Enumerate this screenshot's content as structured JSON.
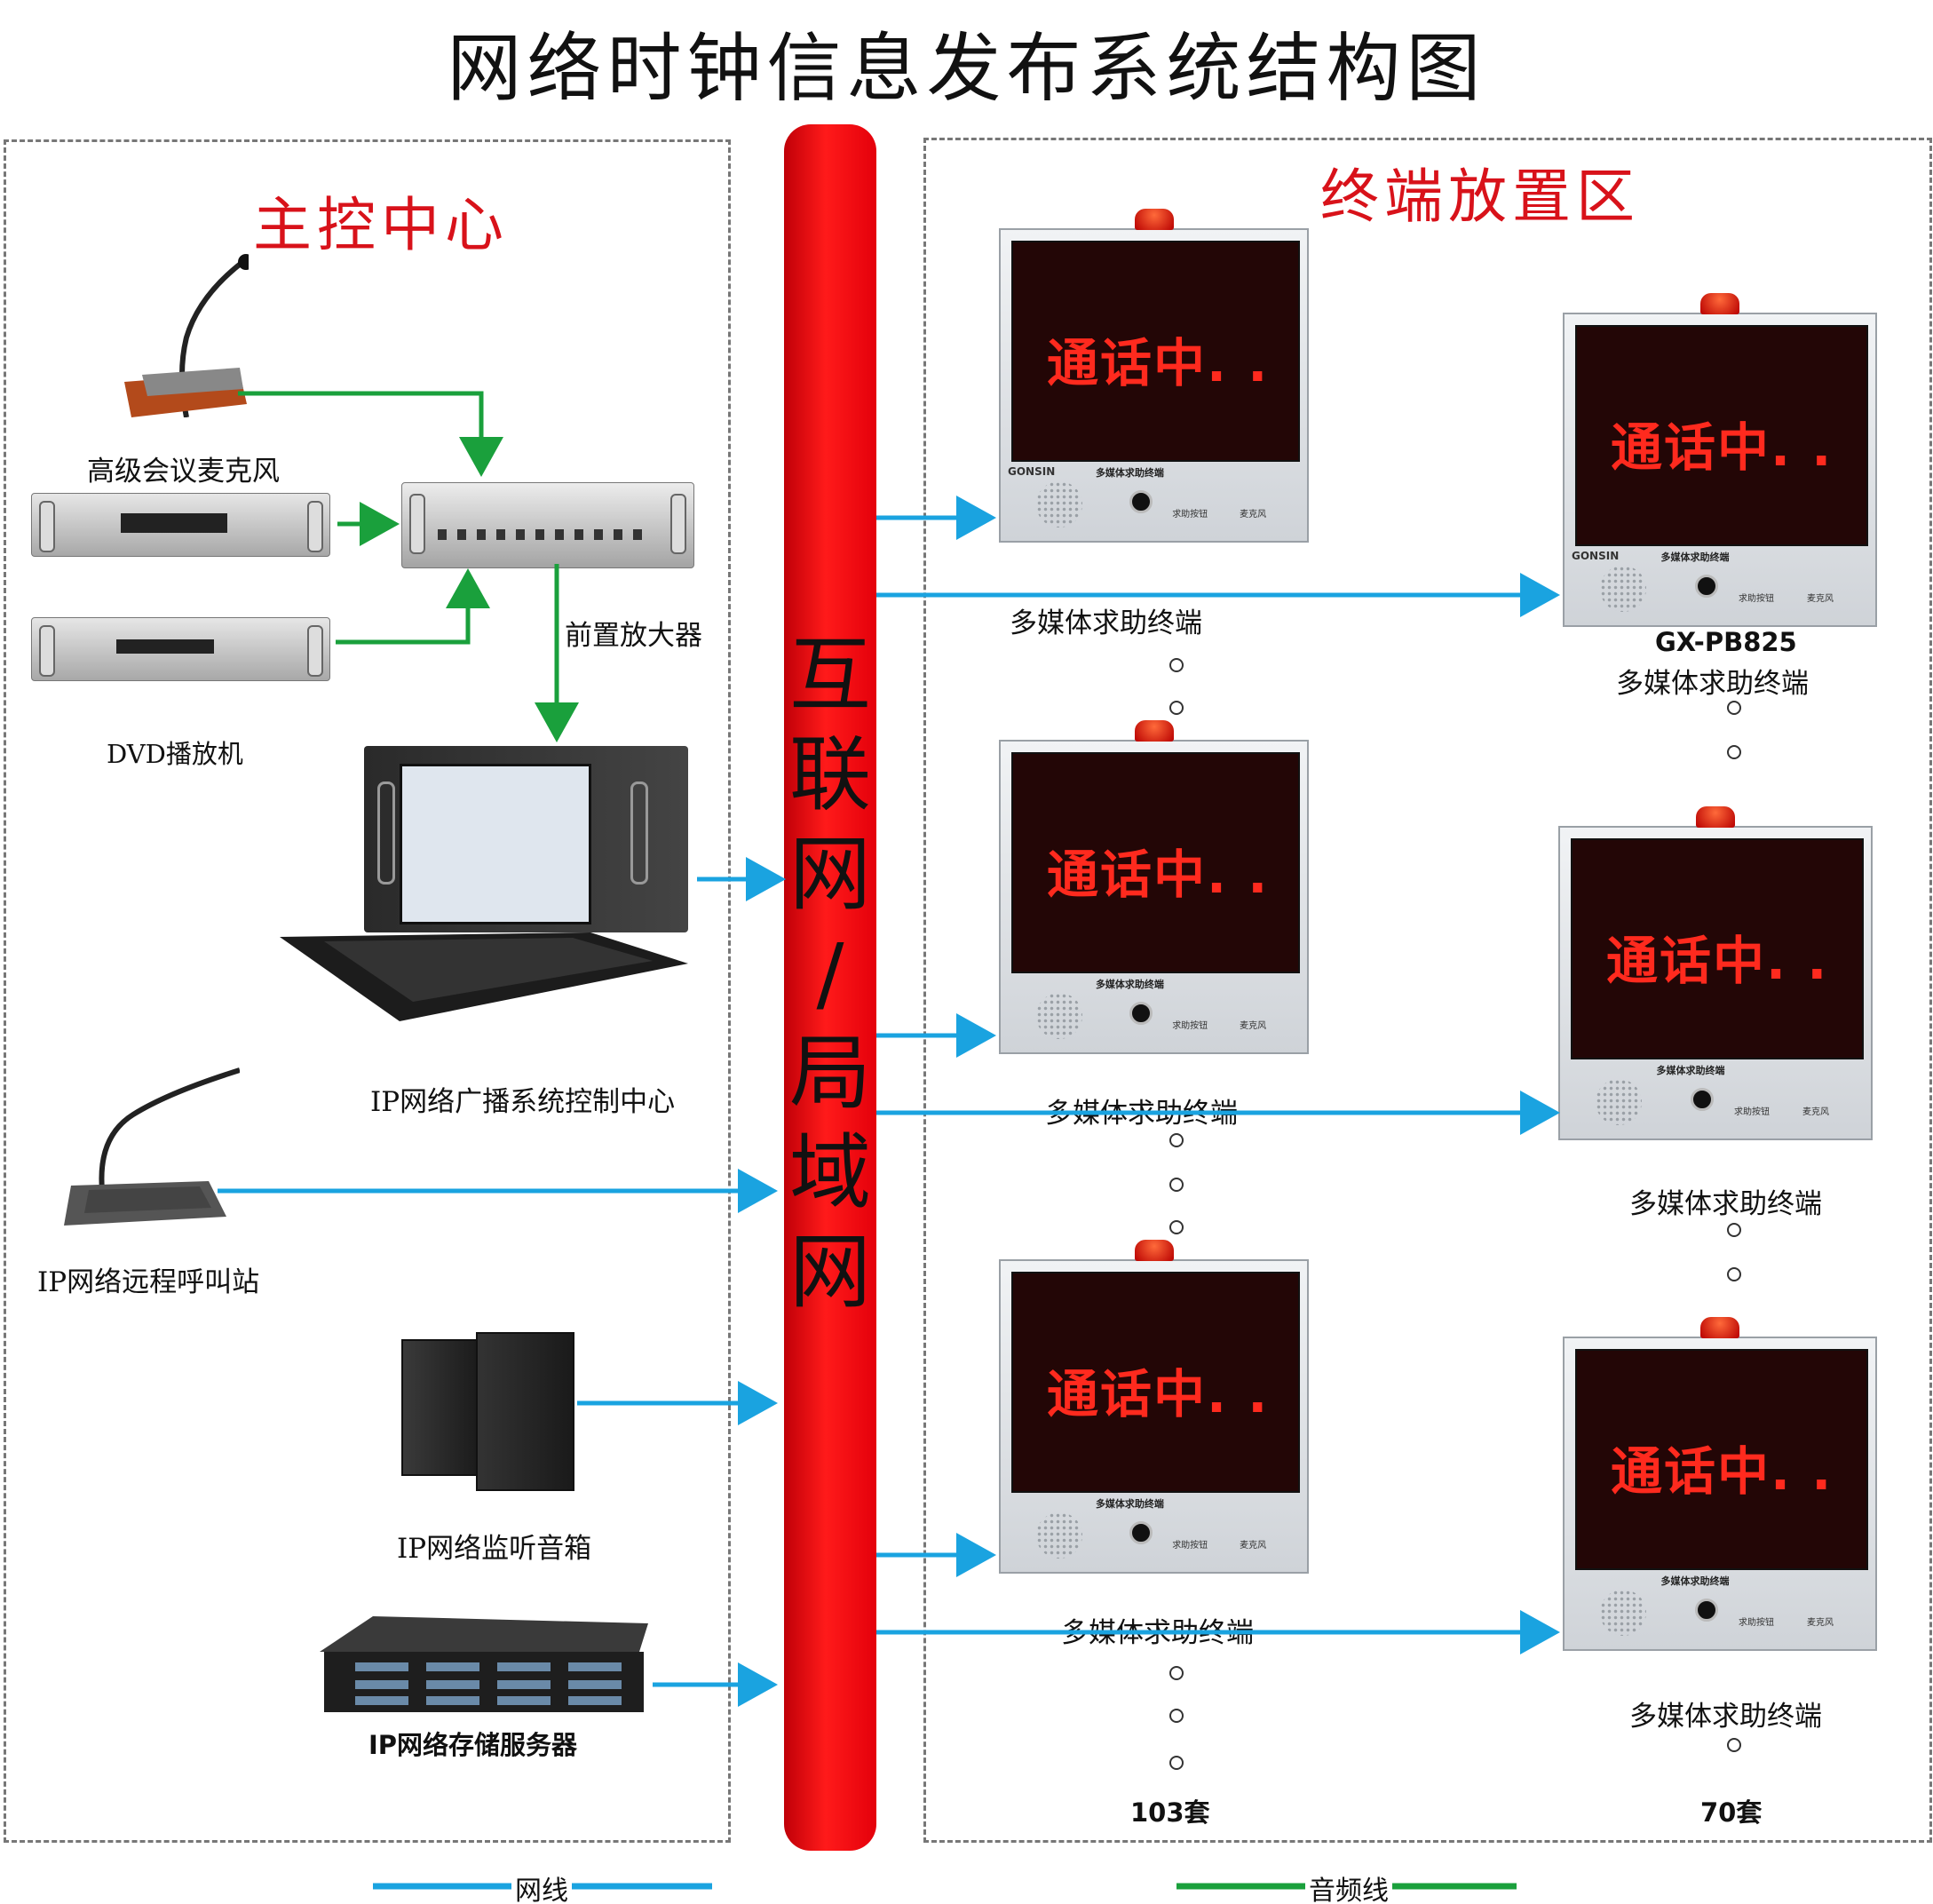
{
  "title": "网络时钟信息发布系统结构图",
  "left_zone": {
    "title": "主控中心"
  },
  "right_zone": {
    "title": "终端放置区"
  },
  "bus": {
    "label": "互联网/局域网",
    "chars": [
      "互",
      "联",
      "网",
      "/",
      "局",
      "域",
      "网"
    ]
  },
  "devices": {
    "conference_mic": "高级会议麦克风",
    "preamp": "前置放大器",
    "dvd_player": "DVD播放机",
    "control_center": "IP网络广播系统控制中心",
    "remote_call_station": "IP网络远程呼叫站",
    "monitor_speaker": "IP网络监听音箱",
    "storage_server": "IP网络存储服务器"
  },
  "terminal": {
    "screen_text": "通话中. .",
    "brand": "GONSIN",
    "panel_title": "多媒体求助终端",
    "button_label": "求助按钮",
    "mic_label": "麦克风"
  },
  "terminal_labels": {
    "col1": [
      "多媒体求助终端",
      "多媒体求助终端",
      "多媒体求助终端"
    ],
    "col2_model": "GX-PB825",
    "col2": [
      "多媒体求助终端",
      "多媒体求助终端",
      "多媒体求助终端"
    ]
  },
  "counts": {
    "col1": "103套",
    "col2": "70套"
  },
  "legend": {
    "network": "网线",
    "audio": "音频线"
  },
  "colors": {
    "network_line": "#1aa3e0",
    "audio_line": "#1aa03c",
    "bus": "#e4000b",
    "accent": "#d8121a"
  }
}
